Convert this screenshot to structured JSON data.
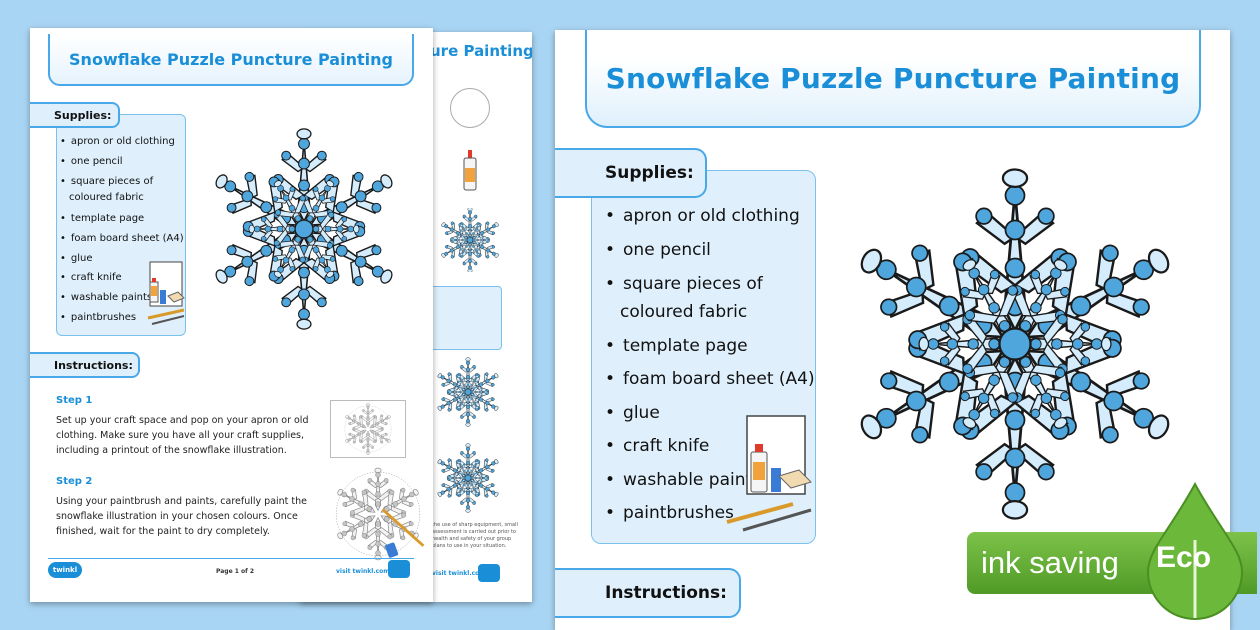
{
  "left_page": {
    "title": "Snowflake Puzzle Puncture Painting",
    "supplies_heading": "Supplies:",
    "supplies": [
      "apron or old clothing",
      "one pencil",
      "square pieces of",
      "coloured fabric",
      "template page",
      "foam board sheet (A4)",
      "glue",
      "craft knife",
      "washable paints",
      "paintbrushes"
    ],
    "instructions_heading": "Instructions:",
    "step1_title": "Step 1",
    "step1_text": "Set up your craft space and pop on your apron or old clothing. Make sure you have all your craft supplies, including a printout of the snowflake illustration.",
    "step2_title": "Step 2",
    "step2_text": "Using your paintbrush and paints, carefully paint the snowflake illustration in your chosen colours. Once finished, wait for the paint to dry completely.",
    "footer_logo": "twinkl",
    "footer_page": "Page 1 of 2",
    "footer_link": "visit twinkl.com"
  },
  "back_page": {
    "title_fragment": "ure Painting",
    "fine_print": "the use of sharp equipment, small assessment is carried out prior to health and safety of your group plans to use in your situation.",
    "footer_link": "visit twinkl.com"
  },
  "right_page": {
    "title": "Snowflake Puzzle Puncture Painting",
    "supplies_heading": "Supplies:",
    "supplies": [
      "apron or old clothing",
      "one pencil",
      "square pieces of",
      "coloured fabric",
      "template page",
      "foam board sheet (A4)",
      "glue",
      "craft knife",
      "washable paints",
      "paintbrushes"
    ],
    "instructions_heading": "Instructions:"
  },
  "badge": {
    "ink_saving": "ink saving",
    "eco": "Eco",
    "color": "#5aaa2e"
  },
  "colors": {
    "background": "#a9d5f4",
    "accent": "#1a8fd8",
    "box": "#dff0fc",
    "snowflake": "#4fa6dc"
  }
}
